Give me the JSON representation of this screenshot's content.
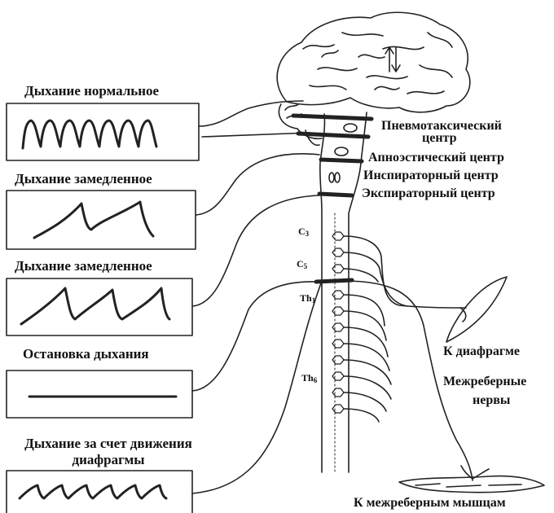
{
  "panels": [
    {
      "label": "Дыхание нормальное"
    },
    {
      "label": "Дыхание замедленное"
    },
    {
      "label": "Дыхание замедленное"
    },
    {
      "label": "Остановка дыхания"
    },
    {
      "label_line1": "Дыхание за счет движения",
      "label_line2": "диафрагмы"
    }
  ],
  "centers": {
    "pneumotaxic_line1": "Пневмотаксический",
    "pneumotaxic_line2": "центр",
    "apneustic": "Апноэстический центр",
    "inspiratory": "Инспираторный центр",
    "expiratory": "Экспираторный центр"
  },
  "segments": {
    "c3": {
      "base": "C",
      "sub": "3"
    },
    "c5": {
      "base": "C",
      "sub": "5"
    },
    "th1": {
      "base": "Th",
      "sub": "1"
    },
    "th6": {
      "base": "Th",
      "sub": "6"
    }
  },
  "targets": {
    "diaphragm": "К диафрагме",
    "intercostal_nerves_line1": "Межреберные",
    "intercostal_nerves_line2": "нервы",
    "intercostal_muscles": "К межреберным мышцам"
  }
}
